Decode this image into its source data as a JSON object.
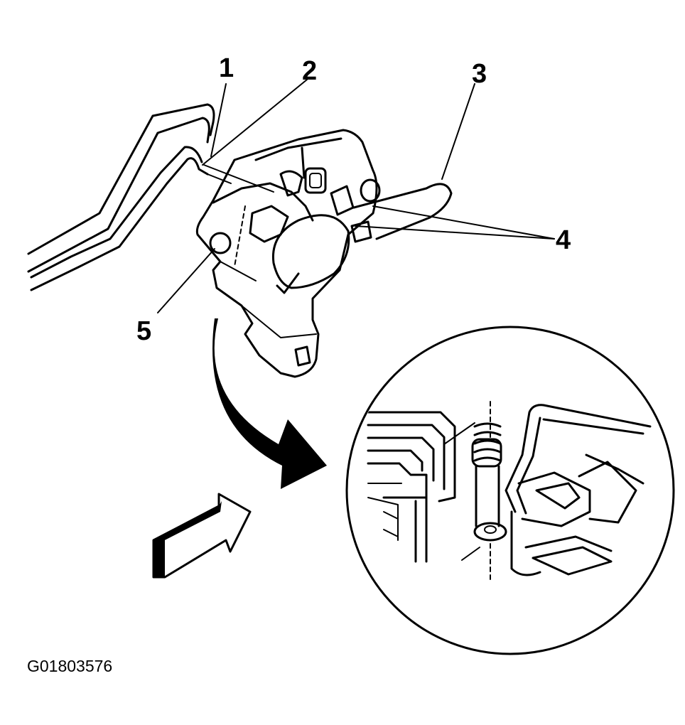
{
  "callouts": {
    "c1": "1",
    "c2": "2",
    "c3": "3",
    "c4": "4",
    "c5": "5"
  },
  "figure_id": "G01803576",
  "colors": {
    "line": "#000000",
    "background": "#ffffff"
  }
}
